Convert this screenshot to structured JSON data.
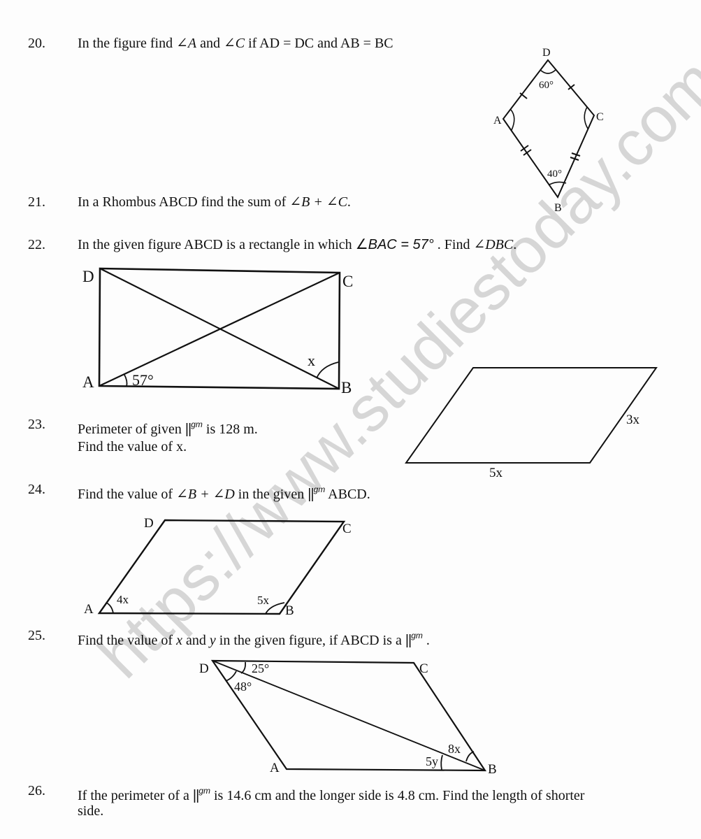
{
  "watermark": "https://www.studiestoday.com",
  "questions": [
    {
      "number": "20.",
      "parts": [
        "In the figure find ",
        "∠A",
        " and ",
        "∠C",
        " if AD = DC and AB = BC"
      ],
      "figure": {
        "type": "kite",
        "vertices": {
          "D": "D",
          "A": "A",
          "C": "C",
          "B": "B"
        },
        "angle_D": "60°",
        "angle_B": "40°"
      }
    },
    {
      "number": "21.",
      "parts": [
        "In a Rhombus ABCD find the sum of ",
        "∠B + ∠C",
        "."
      ]
    },
    {
      "number": "22.",
      "parts": [
        "In the given figure ABCD is a rectangle in which ",
        "∠BAC = 57°",
        " . Find ",
        "∠DBC",
        "."
      ],
      "figure": {
        "type": "rectangle",
        "vertices": {
          "D": "D",
          "C": "C",
          "A": "A",
          "B": "B"
        },
        "angle_A": "57°",
        "angle_B": "x"
      }
    },
    {
      "number": "23.",
      "line1_pre": "Perimeter of given ",
      "parallel_symbol": "||",
      "gm": "gm",
      "line1_post": " is 128 m.",
      "line2": "Find the value of x.",
      "figure": {
        "type": "parallelogram",
        "side_long": "5x",
        "side_short": "3x"
      }
    },
    {
      "number": "24.",
      "pre": "Find the value of ",
      "expr": "∠B + ∠D",
      "mid": " in the given ",
      "parallel_symbol": "||",
      "gm": "gm",
      "post": " ABCD.",
      "figure": {
        "type": "parallelogram",
        "vertices": {
          "D": "D",
          "C": "C",
          "A": "A",
          "B": "B"
        },
        "angle_A": "4x",
        "angle_B": "5x"
      }
    },
    {
      "number": "25.",
      "pre": "Find the value of ",
      "var_x": "x",
      "and": " and ",
      "var_y": "y",
      "mid": " in the given figure, if ABCD is a ",
      "parallel_symbol": "||",
      "gm": "gm",
      "post": " .",
      "figure": {
        "type": "parallelogram",
        "vertices": {
          "D": "D",
          "C": "C",
          "A": "A",
          "B": "B"
        },
        "angle_D_top": "25°",
        "angle_D_bottom": "48°",
        "angle_B_top": "8x",
        "angle_B_bottom": "5y"
      }
    },
    {
      "number": "26.",
      "pre": "If the perimeter of a ",
      "parallel_symbol": "||",
      "gm": "gm",
      "post": " is 14.6 cm and the longer side is 4.8 cm. Find the length of shorter",
      "line2": "side."
    }
  ]
}
